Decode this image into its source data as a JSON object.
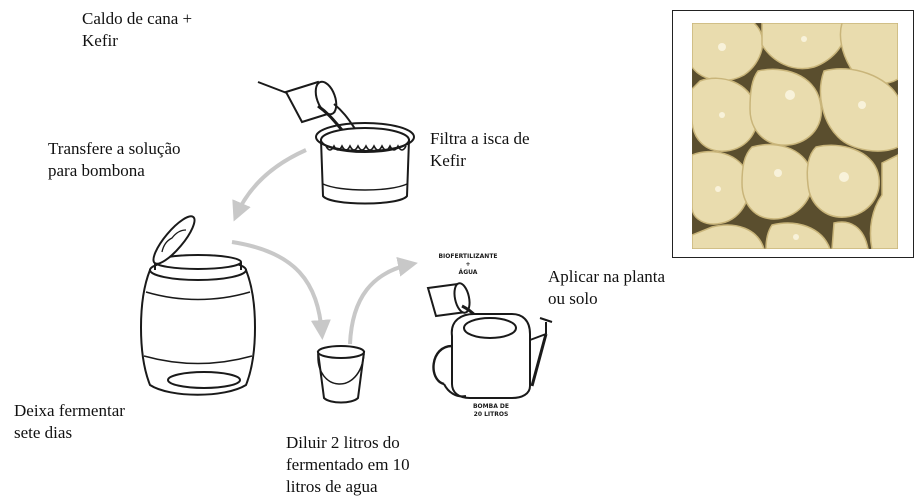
{
  "steps": [
    {
      "id": "step1",
      "lines": [
        "Caldo de cana +",
        "Kefir"
      ]
    },
    {
      "id": "step2",
      "lines": [
        "Filtra a isca de",
        "Kefir"
      ]
    },
    {
      "id": "step3",
      "lines": [
        "Transfere a solução",
        "para bombona"
      ]
    },
    {
      "id": "step4",
      "lines": [
        "Deixa fermentar",
        "sete dias"
      ]
    },
    {
      "id": "step5",
      "lines": [
        "Diluir 2 litros do",
        "fermentado em 10",
        "litros de agua"
      ]
    },
    {
      "id": "step6",
      "lines": [
        "Aplicar na planta",
        "ou solo"
      ]
    }
  ],
  "sprayer_text": {
    "top": [
      "BIOFERTILIZANTE",
      "+",
      "ÁGUA"
    ],
    "bottom": [
      "BOMBA DE",
      "20 LITROS"
    ]
  },
  "colors": {
    "arrow": "#c8c8c8",
    "line_art": "#1a1a1a",
    "kefir_grains": "#e9dcae"
  }
}
